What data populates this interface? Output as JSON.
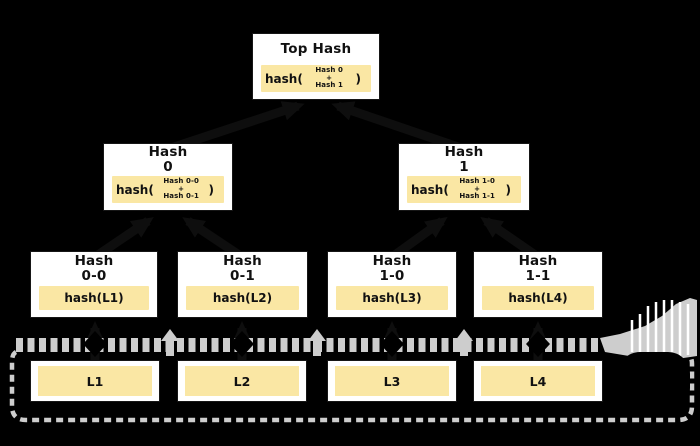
{
  "diagram": {
    "kind": "merkle-hash-tree",
    "colors": {
      "background": "#000000",
      "node_bg": "#ffffff",
      "hash_strip_bg": "#FAE7A4",
      "dashed_container": "#cdcdcd",
      "hidden_arrows": "#0e0e0e",
      "text": "#111111"
    },
    "root": {
      "title": "Top Hash",
      "fn_open": "hash(",
      "operand_top": "Hash 0",
      "operator": "+",
      "operand_bottom": "Hash 1",
      "fn_close": ")"
    },
    "level1": [
      {
        "title_line1": "Hash",
        "title_line2": "0",
        "fn_open": "hash(",
        "operand_top": "Hash 0-0",
        "operator": "+",
        "operand_bottom": "Hash 0-1",
        "fn_close": ")"
      },
      {
        "title_line1": "Hash",
        "title_line2": "1",
        "fn_open": "hash(",
        "operand_top": "Hash 1-0",
        "operator": "+",
        "operand_bottom": "Hash 1-1",
        "fn_close": ")"
      }
    ],
    "level2": [
      {
        "title_line1": "Hash",
        "title_line2": "0-0",
        "formula": "hash(L1)"
      },
      {
        "title_line1": "Hash",
        "title_line2": "0-1",
        "formula": "hash(L2)"
      },
      {
        "title_line1": "Hash",
        "title_line2": "1-0",
        "formula": "hash(L3)"
      },
      {
        "title_line1": "Hash",
        "title_line2": "1-1",
        "formula": "hash(L4)"
      }
    ],
    "data_blocks": [
      {
        "label": "L1"
      },
      {
        "label": "L2"
      },
      {
        "label": "L3"
      },
      {
        "label": "L4"
      }
    ]
  }
}
